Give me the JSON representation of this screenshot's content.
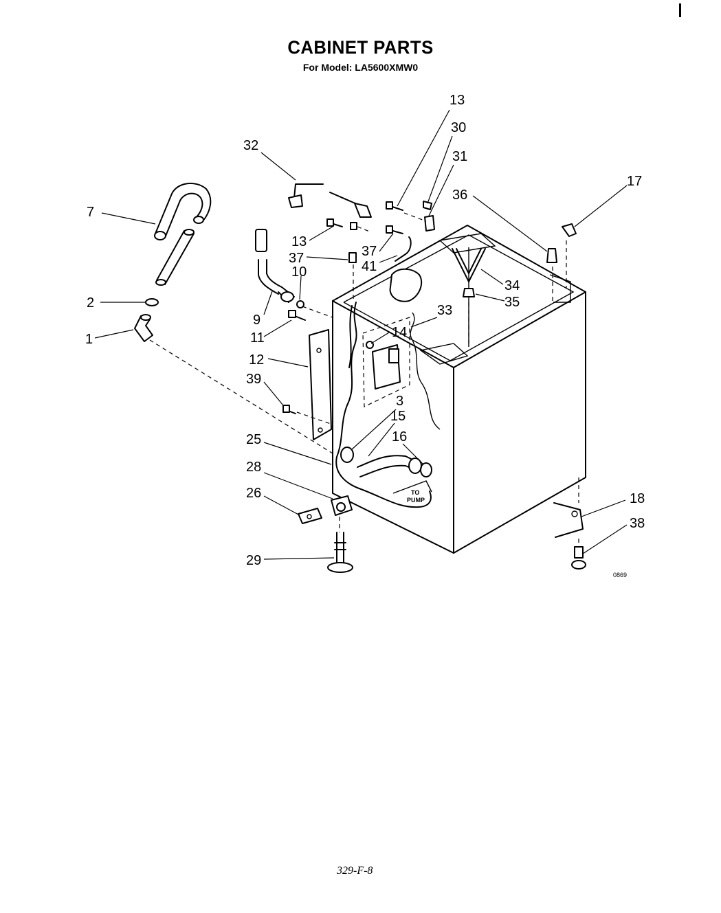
{
  "header": {
    "title": "CABINET PARTS",
    "subtitle": "For Model: LA5600XMW0"
  },
  "diagram": {
    "callouts": [
      "13",
      "30",
      "31",
      "32",
      "17",
      "7",
      "36",
      "13",
      "37",
      "37",
      "41",
      "10",
      "34",
      "35",
      "2",
      "9",
      "33",
      "14",
      "1",
      "11",
      "12",
      "39",
      "3",
      "15",
      "16",
      "25",
      "28",
      "26",
      "18",
      "38",
      "29"
    ],
    "to_pump_line1": "TO",
    "to_pump_line2": "PUMP",
    "drawing_code": "0869"
  },
  "footer": {
    "page_code": "329-F-8"
  }
}
